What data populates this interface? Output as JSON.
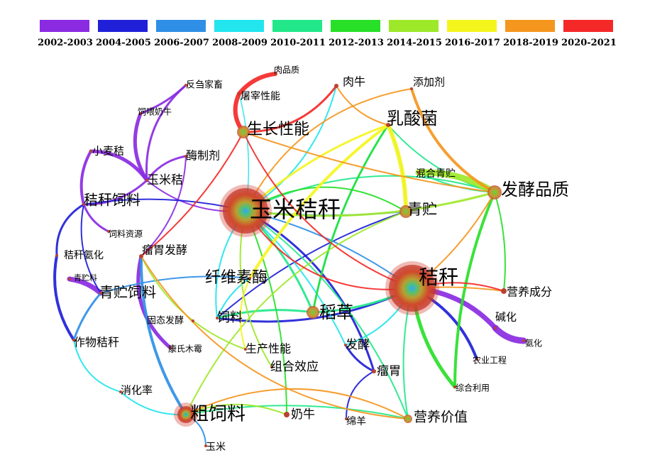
{
  "legend": [
    {
      "label": "2002-2003",
      "color": "#8a2be2"
    },
    {
      "label": "2004-2005",
      "color": "#2020d8"
    },
    {
      "label": "2006-2007",
      "color": "#2f8fe6"
    },
    {
      "label": "2008-2009",
      "color": "#22e5ee"
    },
    {
      "label": "2010-2011",
      "color": "#22e88a"
    },
    {
      "label": "2012-2013",
      "color": "#28e028"
    },
    {
      "label": "2014-2015",
      "color": "#9ee82a"
    },
    {
      "label": "2016-2017",
      "color": "#f5f51e"
    },
    {
      "label": "2018-2019",
      "color": "#f5961e"
    },
    {
      "label": "2020-2021",
      "color": "#f52828"
    }
  ],
  "nodes": [
    {
      "id": "corn-stalk",
      "label": "玉米秸秆",
      "hub": true
    },
    {
      "id": "straw",
      "label": "秸秆",
      "hub": true
    },
    {
      "id": "roughage",
      "label": "粗饲料",
      "hub": true
    },
    {
      "id": "rice-straw",
      "label": "稻草"
    },
    {
      "id": "ferment-quality",
      "label": "发酵品质"
    },
    {
      "id": "lactobacillus",
      "label": "乳酸菌"
    },
    {
      "id": "silage",
      "label": "青贮"
    },
    {
      "id": "growth",
      "label": "生长性能"
    },
    {
      "id": "cellulase",
      "label": "纤维素酶"
    },
    {
      "id": "stalk-feed",
      "label": "秸秆饲料"
    },
    {
      "id": "silage-feed",
      "label": "青贮饲料"
    },
    {
      "id": "corn-stover",
      "label": "玉米秸"
    },
    {
      "id": "wheat-straw",
      "label": "小麦秸"
    },
    {
      "id": "enzyme-agent",
      "label": "酶制剂"
    },
    {
      "id": "ruminant",
      "label": "反刍家畜"
    },
    {
      "id": "feed-cows",
      "label": "饲喂奶牛"
    },
    {
      "id": "meat-quality",
      "label": "肉品质"
    },
    {
      "id": "slaughter",
      "label": "屠宰性能"
    },
    {
      "id": "beef-cattle",
      "label": "肉牛"
    },
    {
      "id": "additive",
      "label": "添加剂"
    },
    {
      "id": "mixed-silage",
      "label": "混合青贮"
    },
    {
      "id": "feed-resource",
      "label": "饲料资源"
    },
    {
      "id": "rumen-ferment",
      "label": "瘤胃发酵"
    },
    {
      "id": "stalk-ammonia",
      "label": "秸秆氨化"
    },
    {
      "id": "silage-material",
      "label": "青贮料"
    },
    {
      "id": "crop-stalk",
      "label": "作物秸秆"
    },
    {
      "id": "solid-ferment",
      "label": "固态发酵"
    },
    {
      "id": "feed",
      "label": "饲料"
    },
    {
      "id": "trichoderma",
      "label": "康氏木霉"
    },
    {
      "id": "production",
      "label": "生产性能"
    },
    {
      "id": "combination",
      "label": "组合效应"
    },
    {
      "id": "fermentation",
      "label": "发酵"
    },
    {
      "id": "rumen",
      "label": "瘤胃"
    },
    {
      "id": "digestibility",
      "label": "消化率"
    },
    {
      "id": "dairy-cow",
      "label": "奶牛"
    },
    {
      "id": "sheep",
      "label": "绵羊"
    },
    {
      "id": "nutrition",
      "label": "营养价值"
    },
    {
      "id": "corn",
      "label": "玉米"
    },
    {
      "id": "nutrients",
      "label": "营养成分"
    },
    {
      "id": "alkali",
      "label": "碱化"
    },
    {
      "id": "ammoniation",
      "label": "氨化"
    },
    {
      "id": "agri-eng",
      "label": "农业工程"
    },
    {
      "id": "comprehensive",
      "label": "综合利用"
    }
  ]
}
